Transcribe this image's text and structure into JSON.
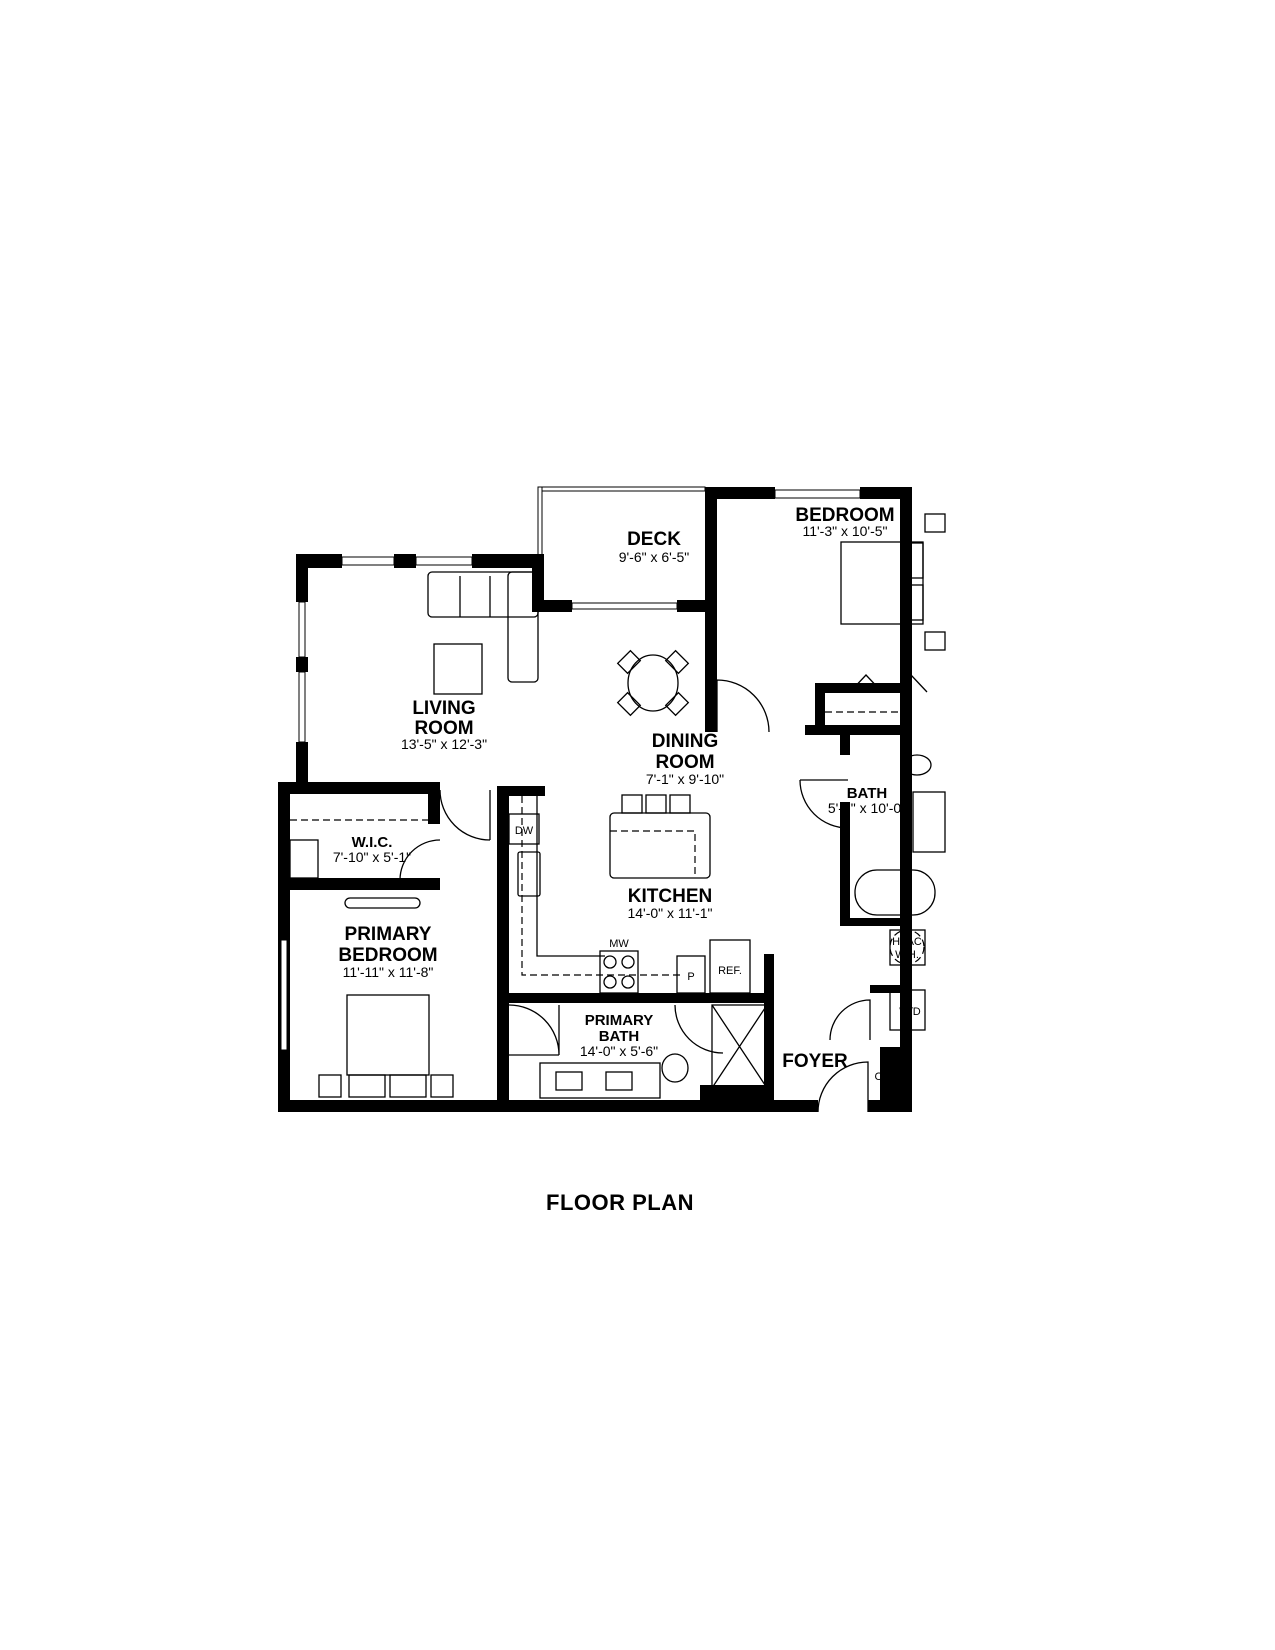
{
  "title": "FLOOR PLAN",
  "rooms": {
    "deck": {
      "name": "DECK",
      "dims": "9'-6\" x 6'-5\""
    },
    "bedroom": {
      "name": "BEDROOM",
      "dims": "11'-3\" x 10'-5\""
    },
    "living": {
      "name1": "LIVING",
      "name2": "ROOM",
      "dims": "13'-5\" x 12'-3\""
    },
    "dining": {
      "name1": "DINING",
      "name2": "ROOM",
      "dims": "7'-1\" x 9'-10\""
    },
    "bath": {
      "name": "BATH",
      "dims": "5'-7\" x 10'-0\""
    },
    "wic": {
      "name": "W.I.C.",
      "dims": "7'-10\" x 5'-1\""
    },
    "kitchen": {
      "name": "KITCHEN",
      "dims": "14'-0\" x 11'-1\""
    },
    "primary_bedroom": {
      "name1": "PRIMARY",
      "name2": "BEDROOM",
      "dims": "11'-11\" x 11'-8\""
    },
    "primary_bath": {
      "name1": "PRIMARY",
      "name2": "BATH",
      "dims": "14'-0\" x 5'-6\""
    },
    "foyer": {
      "name": "FOYER"
    }
  },
  "fixtures": {
    "dw": "DW",
    "mw": "MW",
    "pantry": "P",
    "ref": "REF.",
    "hvac1": "HVAC",
    "hvac2": "W.H.",
    "wd": "W/D",
    "closet": "CL."
  }
}
